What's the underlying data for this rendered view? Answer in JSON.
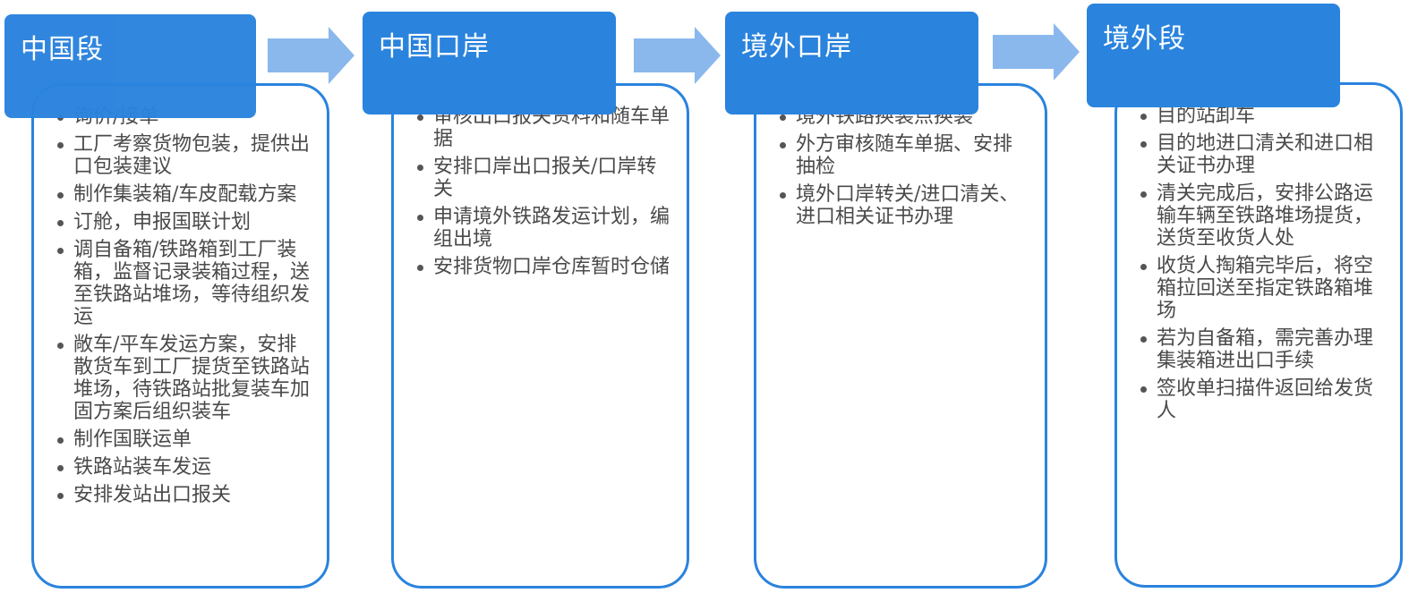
{
  "stages": [
    {
      "title": "中国段",
      "items": [
        "询价/接单",
        "工厂考察货物包装，提供出口包装建议",
        "制作集装箱/车皮配载方案",
        "订舱，申报国联计划",
        "调自备箱/铁路箱到工厂装箱，监督记录装箱过程，送至铁路站堆场，等待组织发运",
        "敞车/平车发运方案，安排散货车到工厂提货至铁路站堆场，待铁路站批复装车加固方案后组织装车",
        "制作国联运单",
        "铁路站装车发运",
        "安排发站出口报关"
      ]
    },
    {
      "title": "中国口岸",
      "items": [
        "审核出口报关资料和随车单据",
        "安排口岸出口报关/口岸转关",
        "申请境外铁路发运计划，编组出境",
        "安排货物口岸仓库暂时仓储"
      ]
    },
    {
      "title": "境外口岸",
      "items": [
        "境外铁路换装点换装",
        "外方审核随车单据、安排抽检",
        "境外口岸转关/进口清关、进口相关证书办理"
      ]
    },
    {
      "title": "境外段",
      "items": [
        "目的站卸车",
        "目的地进口清关和进口相关证书办理",
        "清关完成后，安排公路运输车辆至铁路堆场提货，送货至收货人处",
        "收货人掏箱完毕后，将空箱拉回送至指定铁路箱堆场",
        "若为自备箱，需完善办理集装箱进出口手续",
        "签收单扫描件返回给发货人"
      ]
    }
  ],
  "colors": {
    "header": "#2a83dd",
    "border": "#2a83dd",
    "arrow": "#8ab8ec",
    "text": "#4a4a4a"
  }
}
